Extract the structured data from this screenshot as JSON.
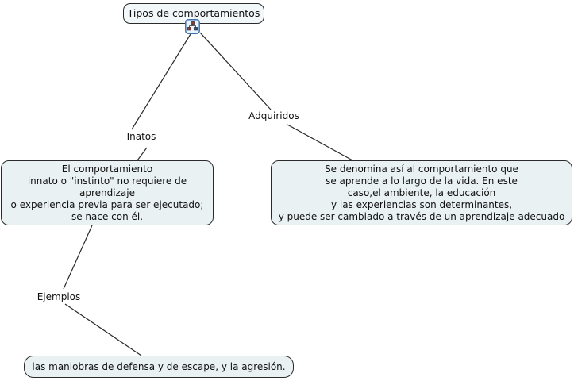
{
  "diagram": {
    "root_node": {
      "label": "Tipos de comportamientos"
    },
    "link_labels": {
      "inatos": "Inatos",
      "adquiridos": "Adquiridos",
      "ejemplos": "Ejemplos"
    },
    "concept_nodes": {
      "innate": {
        "text": "El comportamiento\ninnato o \"instinto\" no requiere de\naprendizaje\no experiencia previa para ser ejecutado;\nse nace con él."
      },
      "acquired": {
        "text": "Se denomina así al comportamiento que\nse aprende a lo largo de la vida. En este\ncaso,el ambiente, la educación\ny las experiencias son determinantes,\ny puede ser cambiado a través de un aprendizaje adecuado"
      },
      "examples": {
        "text": "las maniobras de defensa y de escape, y la agresión."
      }
    },
    "icons": {
      "children_indicator": "org-chart-icon"
    },
    "colors": {
      "background": "#ffffff",
      "node_fill": "#e9f1f3",
      "root_node_fill": "#f2f8f9",
      "node_border": "#2b2b2b",
      "connector_line": "#2a2a2a",
      "icon_border": "#3f6fb5",
      "icon_fill": "#eaf4fc",
      "icon_glyph_red": "#8b3a3a",
      "icon_glyph_blue": "#2e4f8f"
    }
  }
}
